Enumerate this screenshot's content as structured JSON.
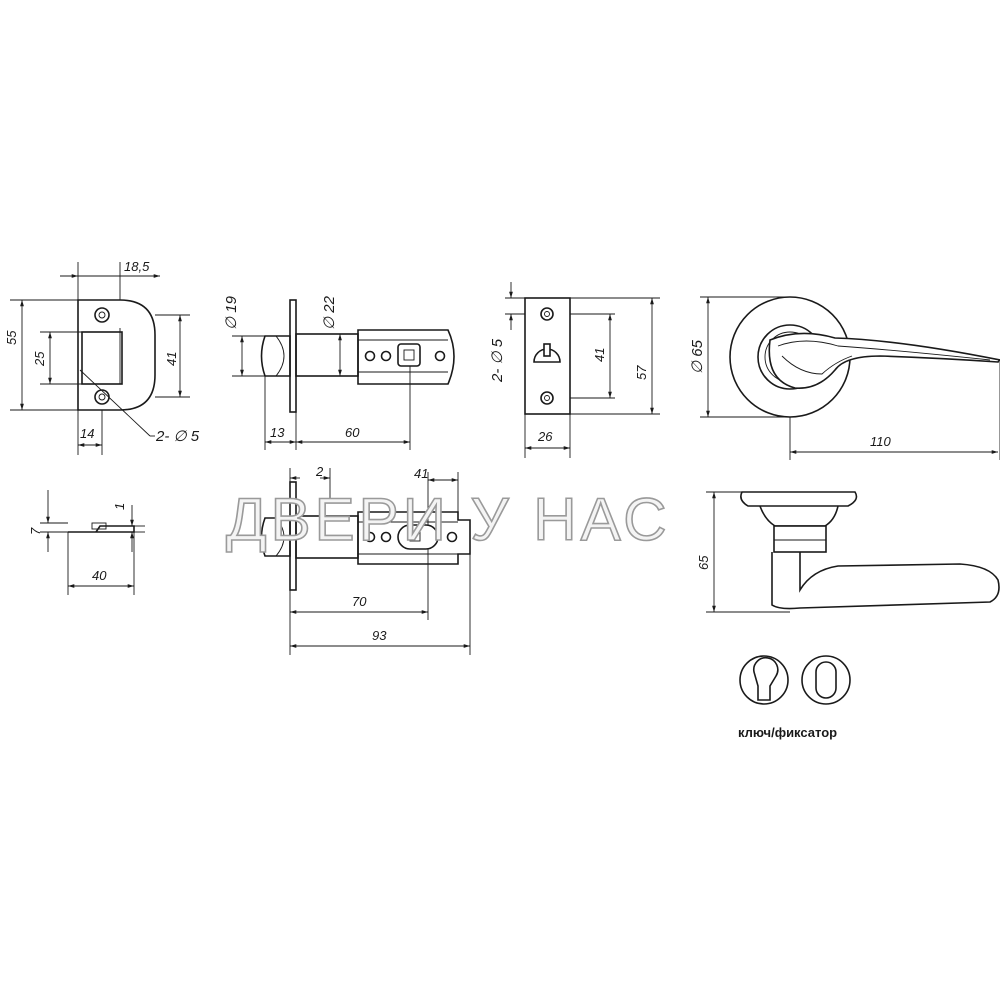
{
  "strike_plate": {
    "d_18_5": "18,5",
    "d_55": "55",
    "d_25": "25",
    "d_41": "41",
    "d_14": "14",
    "holes": "2- ∅ 5"
  },
  "latch_side": {
    "d_19": "∅ 19",
    "d_22": "∅ 22",
    "d_13": "13",
    "d_60": "60"
  },
  "faceplate": {
    "holes": "2- ∅ 5",
    "d_41": "41",
    "d_57": "57",
    "d_26": "26"
  },
  "rosette_front": {
    "d_65": "∅ 65",
    "d_110": "110"
  },
  "strike_side": {
    "d_7": "7",
    "d_1": "1",
    "d_40": "40"
  },
  "latch_adjustable": {
    "d_2": "2",
    "d_41": "41",
    "d_70": "70",
    "d_93": "93"
  },
  "handle_side": {
    "d_65": "65"
  },
  "watermark": "ДВЕРИ У НАС",
  "legend": {
    "caption": "ключ/фиксатор",
    "icons": [
      "key-cylinder-icon",
      "thumbturn-icon"
    ]
  }
}
